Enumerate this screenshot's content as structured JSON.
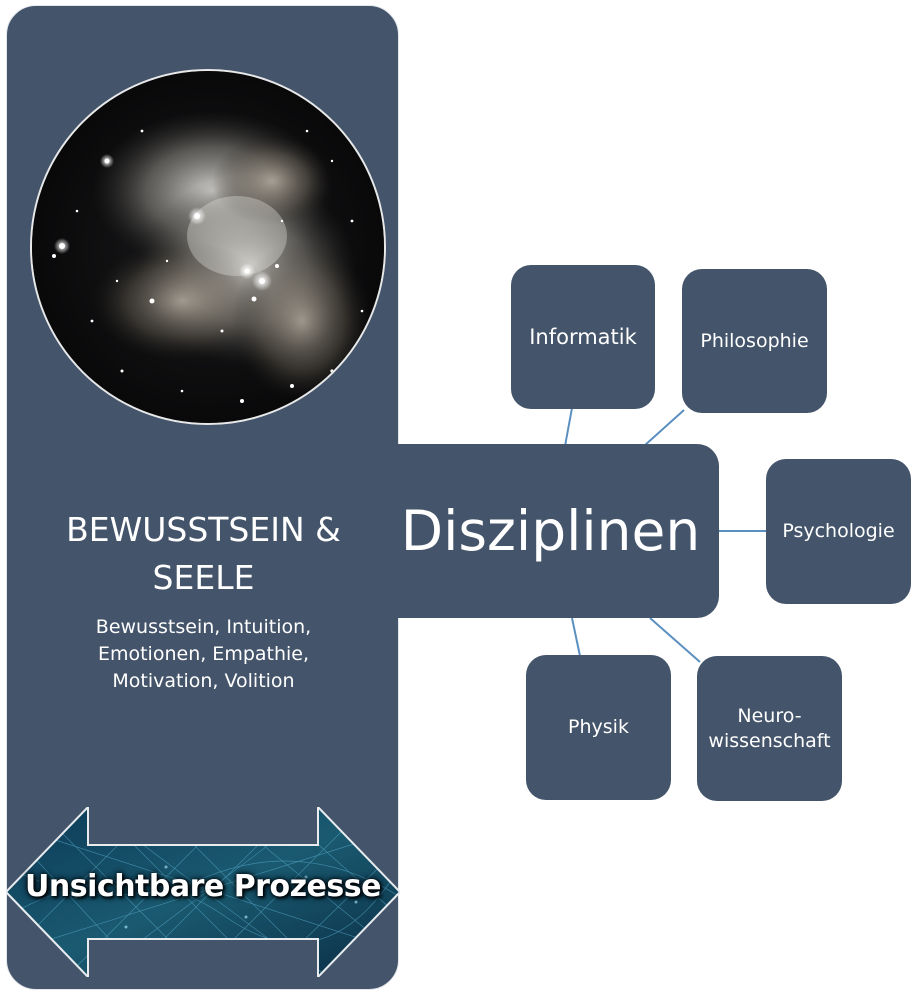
{
  "left_panel": {
    "title_line1": "BEWUSSTSEIN &",
    "title_line2": "SEELE",
    "subtitle_line1": "Bewusstsein, Intuition,",
    "subtitle_line2": "Emotionen, Empathie,",
    "subtitle_line3": "Motivation, Volition",
    "arrow_label": "Unsichtbare Prozesse"
  },
  "center_node": {
    "label": "Disziplinen"
  },
  "disciplines": [
    {
      "label": "Informatik"
    },
    {
      "label": "Philosophie"
    },
    {
      "label": "Psychologie"
    },
    {
      "label": "Physik"
    },
    {
      "label": "Neuro-\nwissenschaft"
    }
  ],
  "colors": {
    "node_fill": "#44546a",
    "connector": "#5b8fbf",
    "text": "#ffffff"
  }
}
